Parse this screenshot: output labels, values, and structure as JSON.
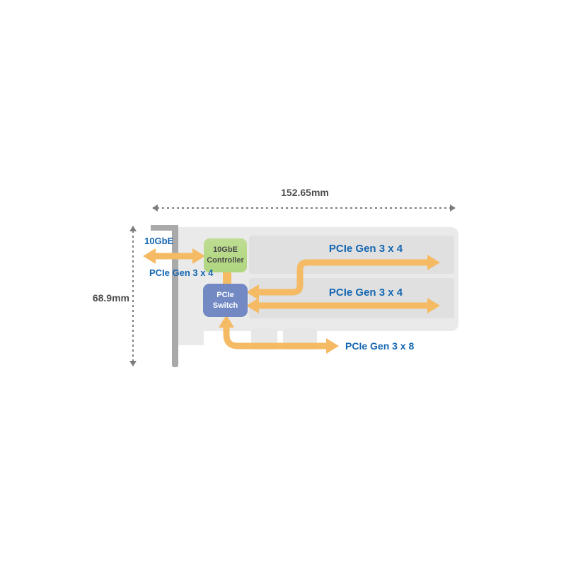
{
  "diagram": {
    "dimensions": {
      "width_label": "152.65mm",
      "height_label": "68.9mm"
    },
    "port_label": "10GbE",
    "controller_chip": {
      "line1": "10GbE",
      "line2": "Controller"
    },
    "switch_chip": {
      "line1": "PCIe",
      "line2": "Switch"
    },
    "lanes": {
      "controller_lane": "PCIe Gen 3 x 4",
      "slot1_lane": "PCIe Gen 3 x 4",
      "slot2_lane": "PCIe Gen 3 x 4",
      "host_lane": "PCIe Gen 3 x 8"
    },
    "colors": {
      "arrow": "#F5BA64",
      "label_blue": "#1567B2",
      "dimension_gray": "#4D4D4D",
      "dash_gray": "#7D7D7D",
      "controller_green": "#AFD67F",
      "controller_green_light": "#BEDD92",
      "controller_text": "#4A4A4A",
      "switch_blue": "#7289C4",
      "switch_text": "#FFFFFF",
      "card_body": "#EAEAEA",
      "card_slot": "#E0E0E0",
      "card_tab": "#E7E7E7",
      "bracket_gray": "#A9A9A9"
    }
  }
}
